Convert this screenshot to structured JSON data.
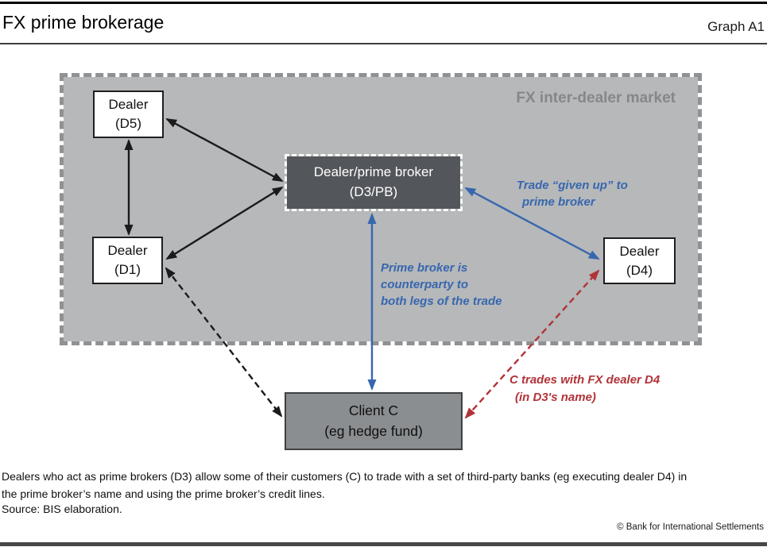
{
  "header": {
    "title": "FX prime brokerage",
    "graph_label": "Graph A1"
  },
  "diagram": {
    "market_label": "FX inter-dealer market",
    "nodes": {
      "d5": {
        "line1": "Dealer",
        "line2": "(D5)"
      },
      "d1": {
        "line1": "Dealer",
        "line2": "(D1)"
      },
      "d4": {
        "line1": "Dealer",
        "line2": "(D4)"
      },
      "d3": {
        "line1": "Dealer/prime broker",
        "line2": "(D3/PB)"
      },
      "client": {
        "line1": "Client C",
        "line2": "(eg hedge fund)"
      }
    },
    "annotations": {
      "given_up": {
        "line1": "Trade “given up” to",
        "line2": "prime broker"
      },
      "counterparty": {
        "line1": "Prime broker is",
        "line2": "counterparty to",
        "line3": "both legs of the trade"
      },
      "c_trades": {
        "line1": "C trades with FX dealer D4",
        "line2": "(in D3's name)"
      }
    }
  },
  "colors": {
    "blue": "#3767ae",
    "red": "#b13338",
    "ink": "#1b1b1b",
    "boxfill": "#b6b8ba",
    "boxdash": "#8f9193",
    "marketlabel": "#85878a",
    "d3fill": "#53565a",
    "clientfill": "#8b8e91"
  },
  "footer": {
    "caption_line1": "Dealers who act as prime brokers (D3) allow some of their customers (C) to trade with a set of third-party banks (eg executing dealer D4) in",
    "caption_line2": "the prime broker’s name and using the prime broker’s credit lines.",
    "source": "Source: BIS elaboration.",
    "copyright": "© Bank for International Settlements"
  }
}
